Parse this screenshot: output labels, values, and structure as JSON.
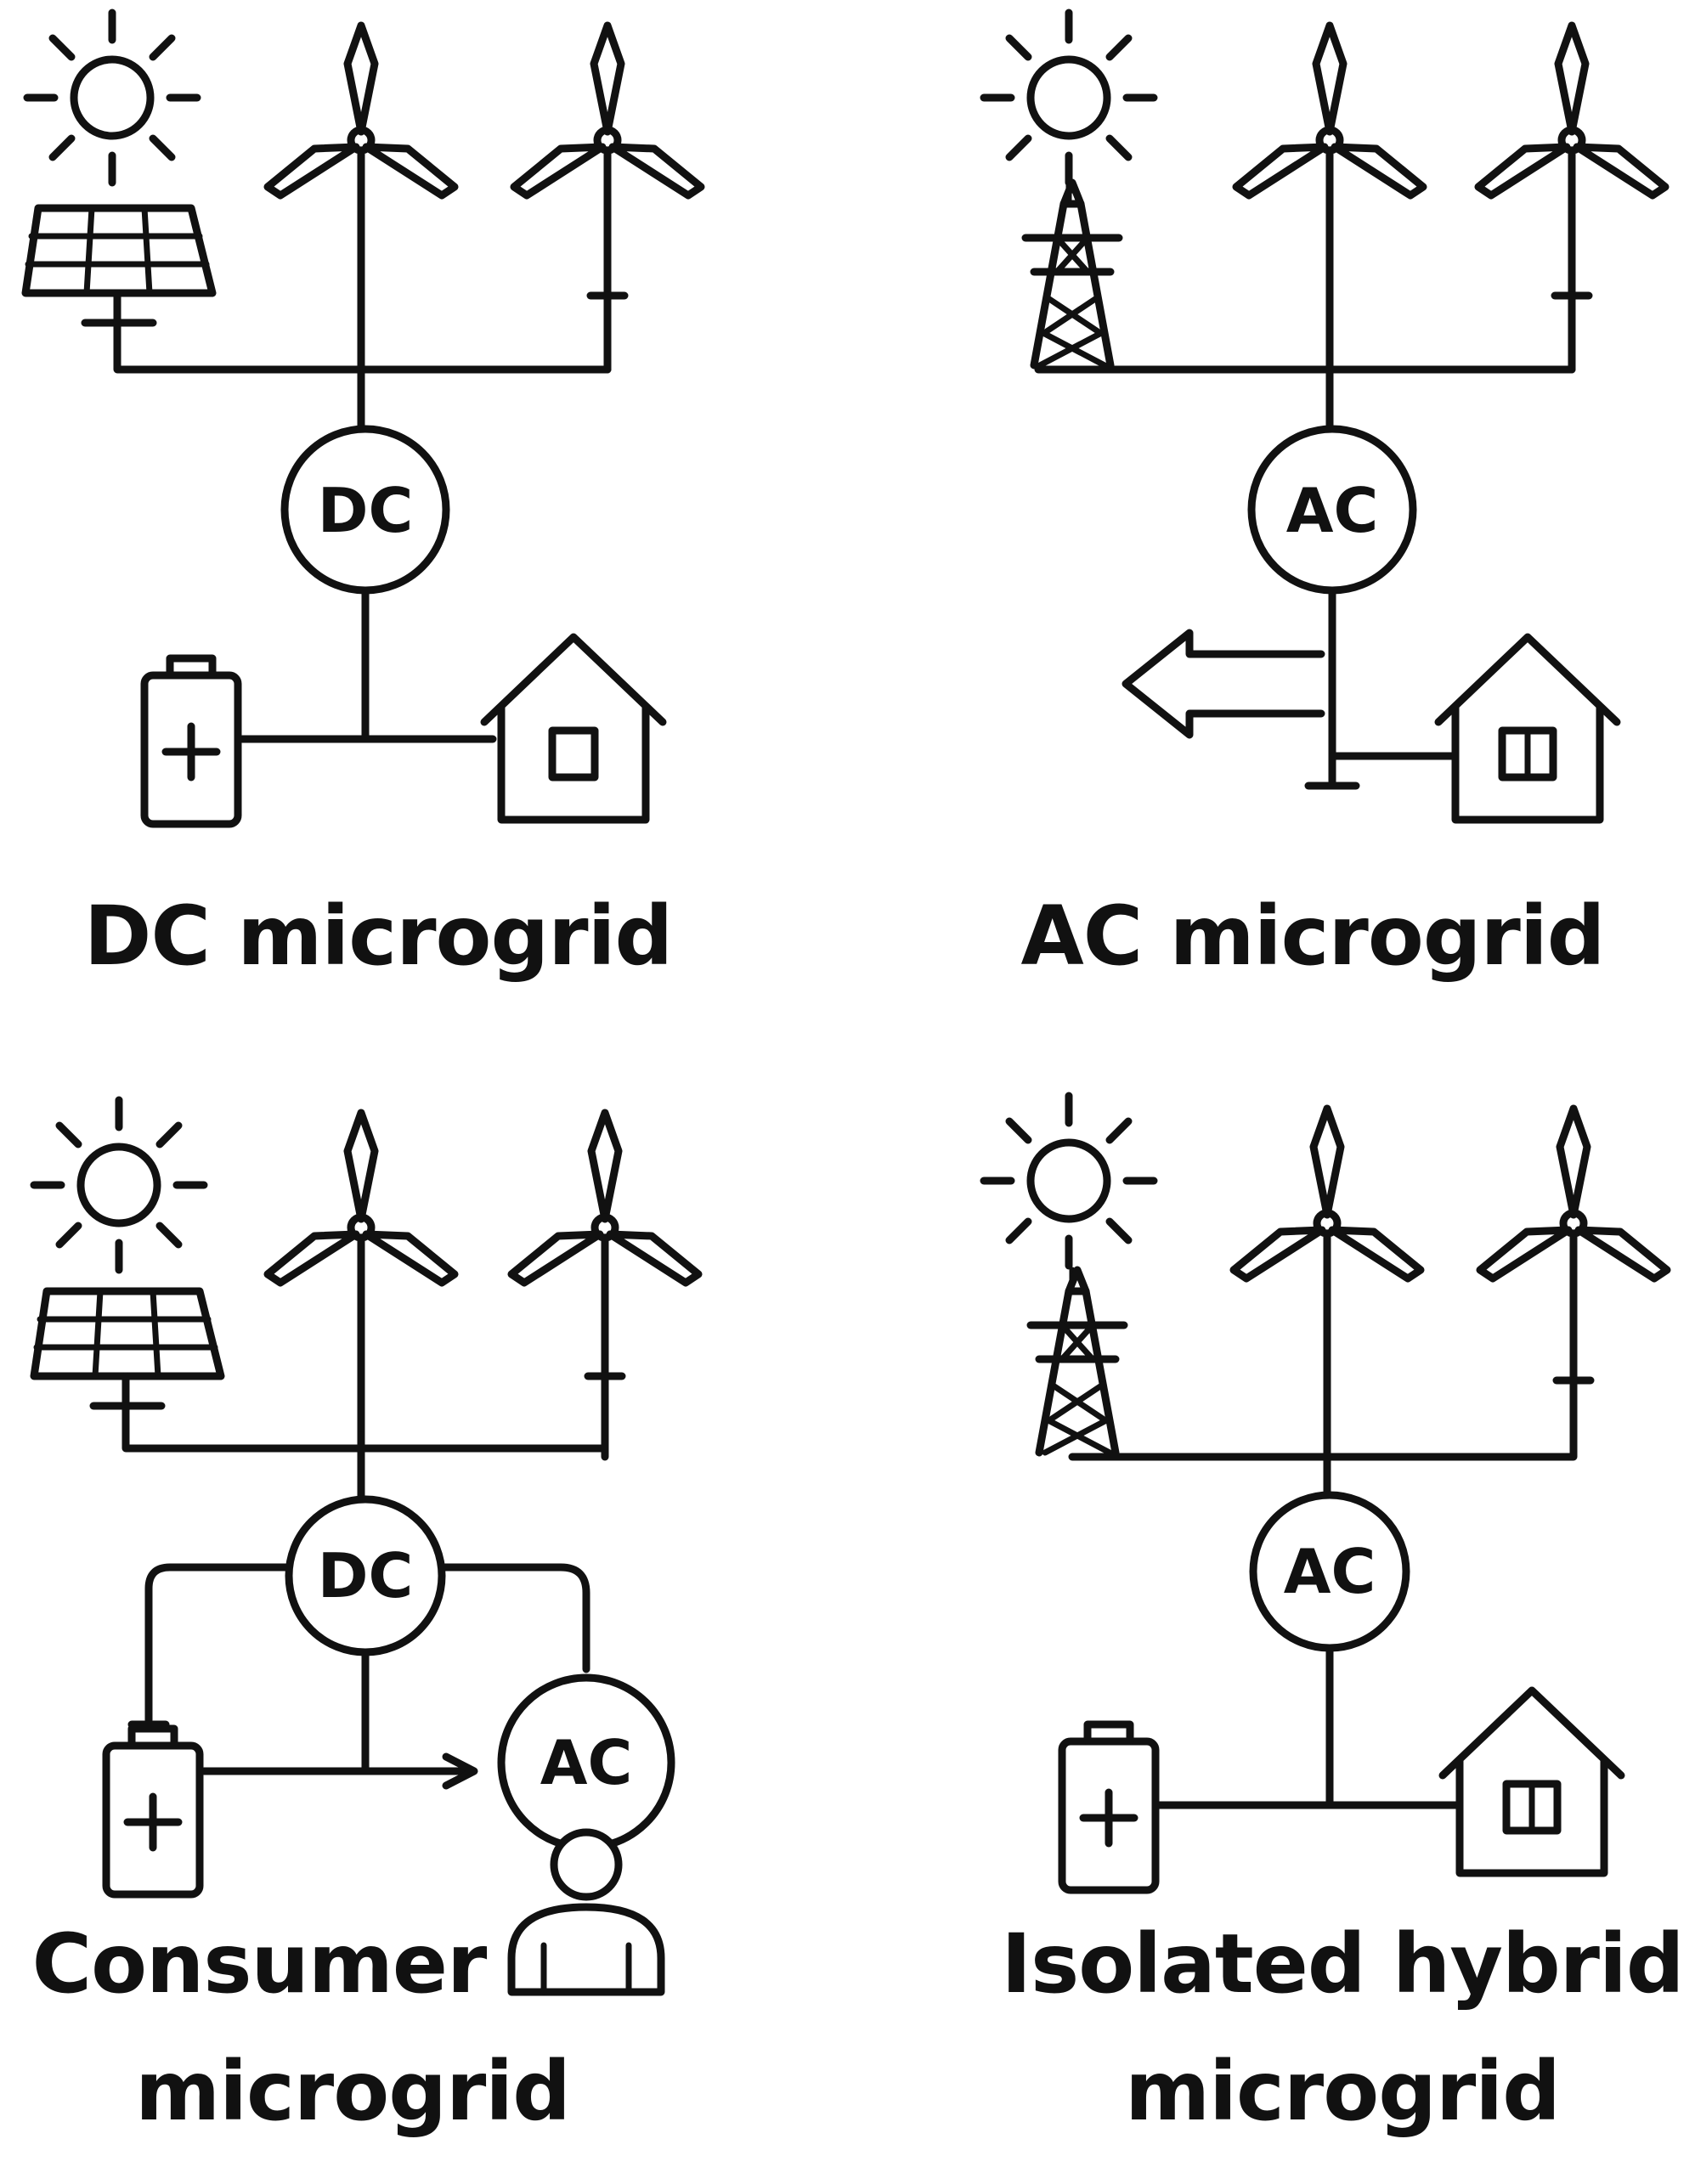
{
  "colors": {
    "ink": "#111111",
    "background": "#ffffff"
  },
  "panels": {
    "dc": {
      "hub_label": "DC",
      "caption": "DC microgrid"
    },
    "ac": {
      "hub_label": "AC",
      "caption": "AC microgrid"
    },
    "consumer": {
      "hub_dc_label": "DC",
      "hub_ac_label": "AC",
      "caption_line1": "Consumer",
      "caption_line2": "microgrid"
    },
    "hybrid": {
      "hub_label": "AC",
      "caption_line1": "Isolated hybrid",
      "caption_line2": "microgrid"
    }
  },
  "icons": [
    "sun-icon",
    "solar-panel-icon",
    "wind-turbine-icon",
    "transmission-tower-icon",
    "battery-icon",
    "house-icon",
    "person-icon",
    "arrow-icon"
  ]
}
